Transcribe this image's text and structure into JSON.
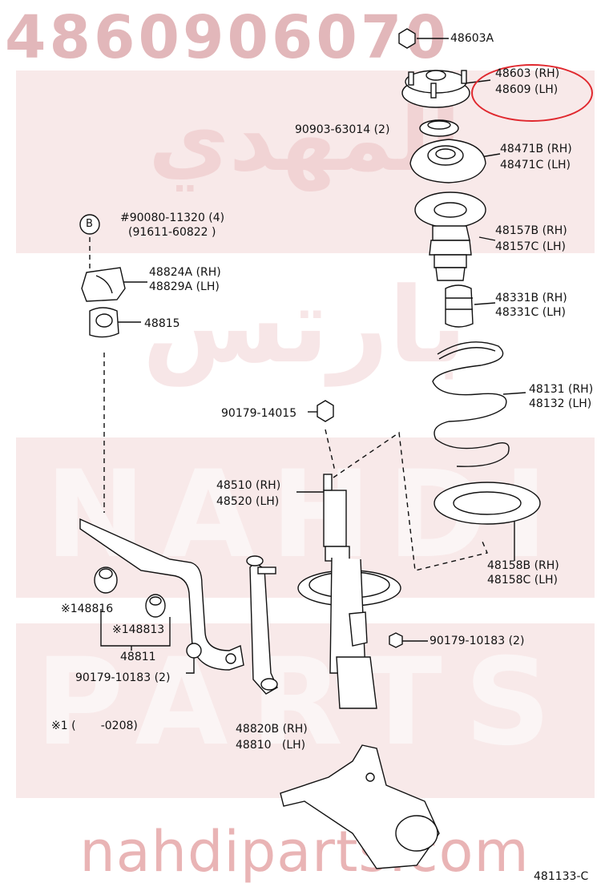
{
  "watermark": {
    "part_number": "4860906070",
    "arabic_top": "المهدي",
    "arabic_mid": "بارتس",
    "brand_big": "NAHDI",
    "brand_parts": "PARTS",
    "site": "nahdiparts.com",
    "band_color": "#c8474d"
  },
  "highlight_color": "#e0282e",
  "labels": {
    "l48603A": "48603A",
    "l48603": "48603 (RH)",
    "l48609": "48609 (LH)",
    "l90903": "90903-63014 (2)",
    "l48471B": "48471B (RH)",
    "l48471C": "48471C (LH)",
    "lB_letter": "B",
    "l90080": "#90080-11320 (4)",
    "l91611": "(91611-60822 )",
    "l48157B": "48157B (RH)",
    "l48157C": "48157C (LH)",
    "l48824A": "48824A (RH)",
    "l48829A": "48829A (LH)",
    "l48331B": "48331B (RH)",
    "l48331C": "48331C (LH)",
    "l48815": "48815",
    "l48131": "48131 (RH)",
    "l48132": "48132 (LH)",
    "l90179a": "90179-14015",
    "l48510": "48510 (RH)",
    "l48520": "48520 (LH)",
    "l48158B": "48158B (RH)",
    "l48158C": "48158C (LH)",
    "l148816": "※148816",
    "l148813": "※148813",
    "l48811": "48811",
    "l90179c": "90179-10183 (2)",
    "l90179b": "90179-10183 (2)",
    "l48820B": "48820B (RH)",
    "l48810": "48810   (LH)",
    "lnote": "※1 (       -0208)",
    "ref_code": "481133-C"
  }
}
